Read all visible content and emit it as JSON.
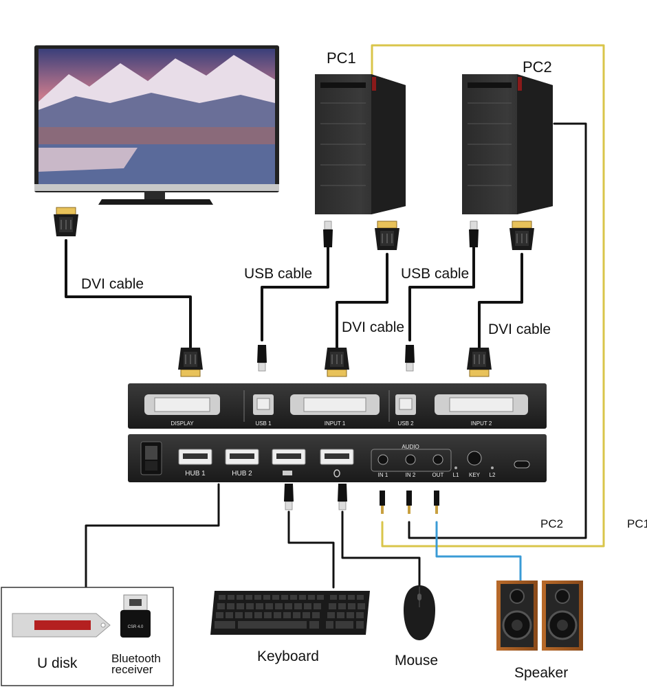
{
  "pc_labels": {
    "pc1": "PC1",
    "pc2": "PC2",
    "pc2_line": "PC2",
    "pc1_line": "PC1"
  },
  "cable_labels": {
    "dvi_display": "DVI cable",
    "usb_pc1": "USB cable",
    "dvi_pc1": "DVI cable",
    "usb_pc2": "USB cable",
    "dvi_pc2": "DVI cable"
  },
  "switch_back": {
    "display": "DISPLAY",
    "usb1": "USB 1",
    "input1": "INPUT 1",
    "usb2": "USB 2",
    "input2": "INPUT 2"
  },
  "switch_front": {
    "hub1": "HUB 1",
    "hub2": "HUB 2",
    "audio": "AUDIO",
    "in1": "IN 1",
    "in2": "IN 2",
    "out": "OUT",
    "l1": "L1",
    "key": "KEY",
    "l2": "L2"
  },
  "peripherals": {
    "udisk": "U disk",
    "bluetooth_line1": "Bluetooth",
    "bluetooth_line2": "receiver",
    "bluetooth_chip": "CSR 4.0",
    "keyboard": "Keyboard",
    "mouse": "Mouse",
    "speaker": "Speaker"
  },
  "colors": {
    "audio_pc1_cable": "#d9c54a",
    "audio_out_cable": "#3a9bd6",
    "cable": "#111111",
    "dvi_connector_gold": "#e8c25a"
  }
}
